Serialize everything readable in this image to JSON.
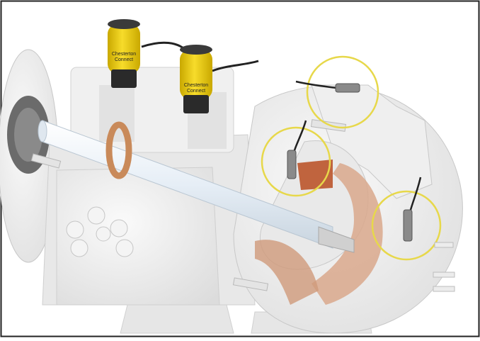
{
  "image": {
    "subject": "pump-cutaway-with-sensors",
    "brand_label_line1": "Chesterton",
    "brand_label_line2": "Connect",
    "colors": {
      "housing_white": "#f2f2f2",
      "housing_shadow": "#d6d6d6",
      "shaft": "#e6eef6",
      "bronze": "#c98a5a",
      "impeller": "#cf9a7a",
      "sensor_yellow": "#f2d21a",
      "sensor_black": "#2a2a2a",
      "highlight_ring": "#e7d84a",
      "border": "#222222"
    }
  }
}
